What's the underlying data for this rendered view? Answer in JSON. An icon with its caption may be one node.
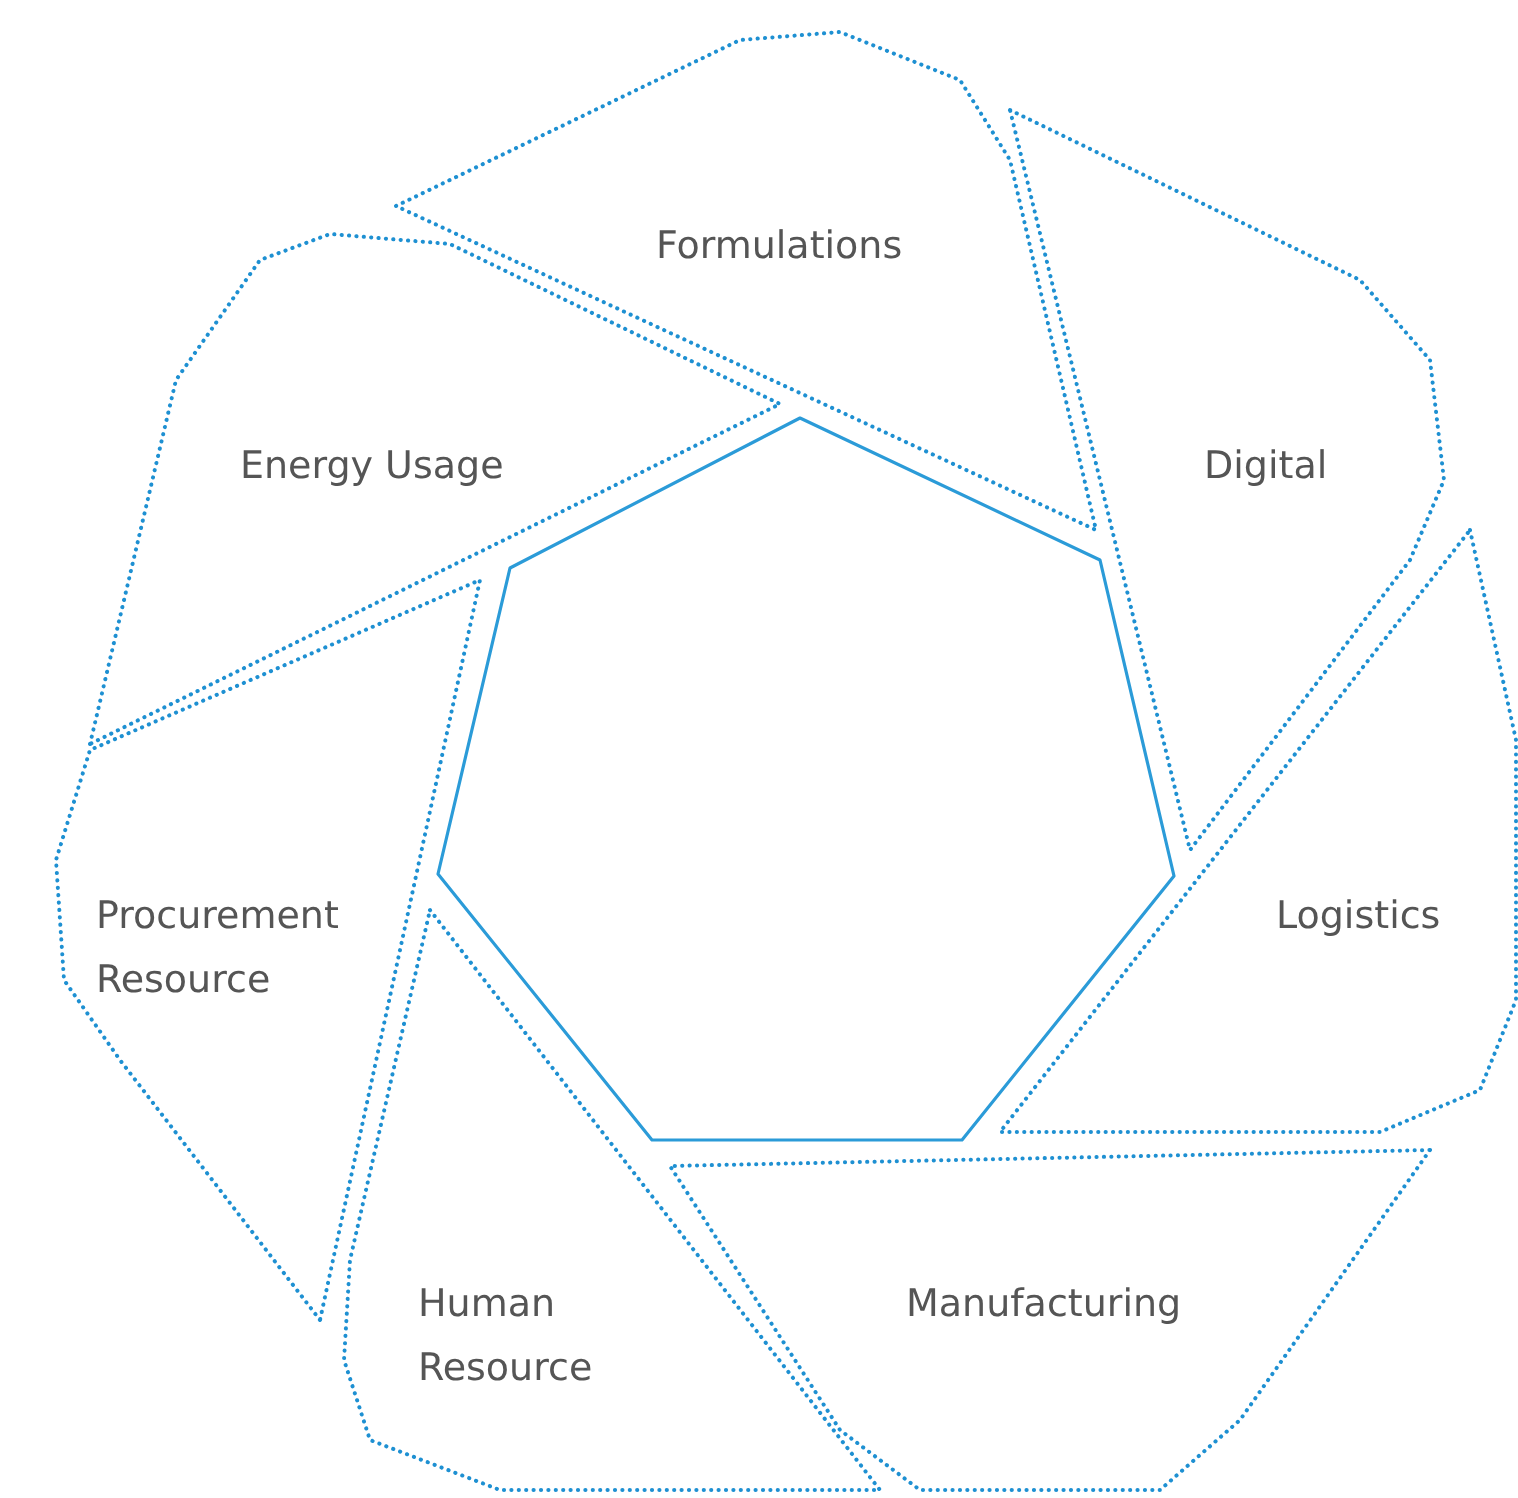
{
  "diagram": {
    "nodes": [
      {
        "text": [],
        "shape": "heptagon"
      },
      {
        "text": [
          "Formulations"
        ]
      },
      {
        "text": [
          "Digital"
        ]
      },
      {
        "text": [
          "Logistics"
        ]
      },
      {
        "text": [
          "Manufacturing"
        ]
      },
      {
        "text": [
          "Human Resource"
        ]
      },
      {
        "text": [
          "Procurement Resource"
        ]
      },
      {
        "text": [
          "Energy Usage"
        ]
      }
    ]
  }
}
